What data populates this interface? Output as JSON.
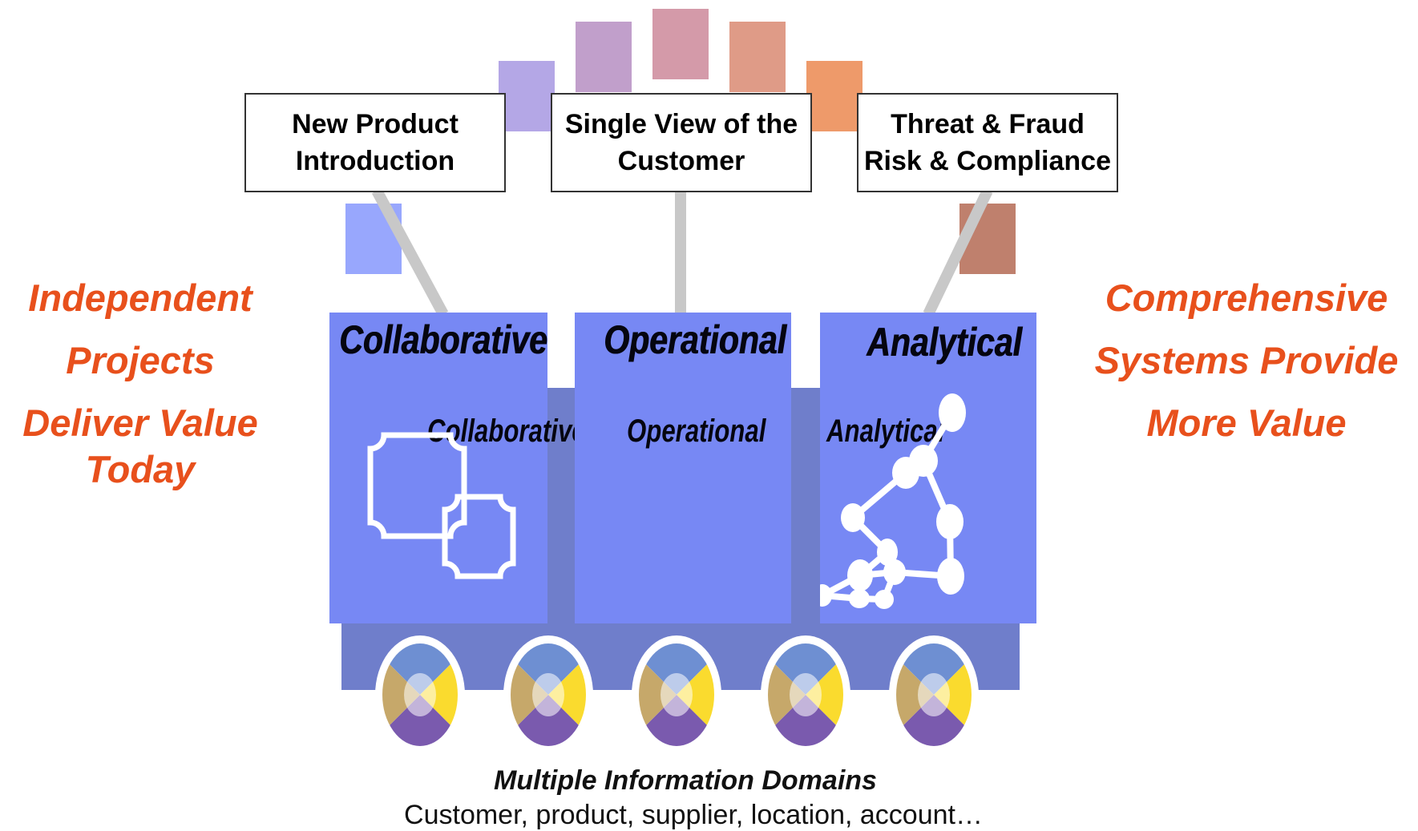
{
  "callouts": [
    {
      "line1": "New Product",
      "line2": "Introduction"
    },
    {
      "line1": "Single View of the",
      "line2": "Customer"
    },
    {
      "line1": "Threat & Fraud",
      "line2": "Risk & Compliance"
    }
  ],
  "left_tagline": {
    "lines": [
      "Independent",
      "Projects",
      "Deliver Value",
      "Today"
    ]
  },
  "right_tagline": {
    "lines": [
      "Comprehensive",
      "Systems Provide",
      "More Value"
    ]
  },
  "panels": [
    {
      "title": "Collaborative",
      "subtitle": "Collaborative"
    },
    {
      "title": "Operational",
      "subtitle": "Operational"
    },
    {
      "title": "Analytical",
      "subtitle": "Analytical"
    }
  ],
  "domains": {
    "title": "Multiple Information Domains",
    "subtitle": "Customer, product, supplier, location, account…"
  },
  "colors": {
    "accent_orange": "#e8501c",
    "panel_blue": "#7788f4",
    "platform_blue": "#6f7ecb",
    "arc_squares": [
      "#b4a7e6",
      "#c19fcb",
      "#d49aa9",
      "#df9b87",
      "#ee9a6a"
    ],
    "left_square": "#98a7fd",
    "right_square": "#bf806d"
  }
}
